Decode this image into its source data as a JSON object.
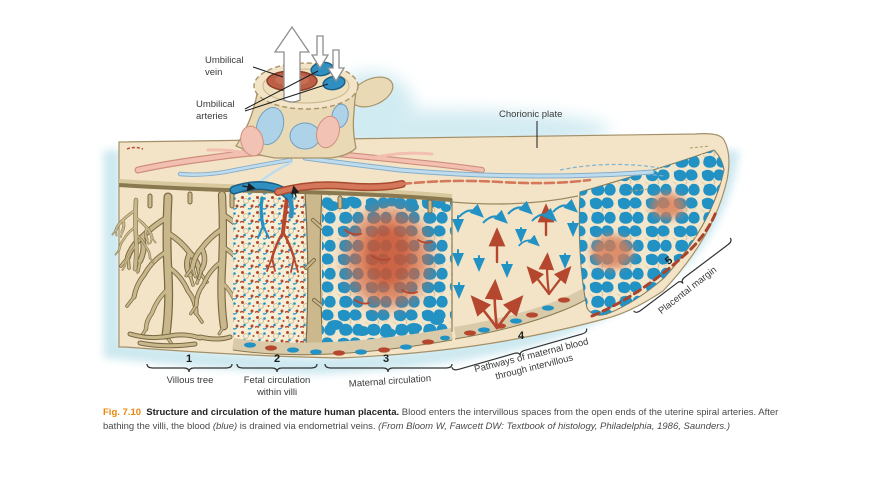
{
  "figure": {
    "labels": {
      "umbilical_vein": "Umbilical\nvein",
      "umbilical_arteries": "Umbilical\narteries",
      "chorionic_plate": "Chorionic plate"
    },
    "sections": [
      {
        "number": "1",
        "label": "Villous tree"
      },
      {
        "number": "2",
        "label": "Fetal circulation\nwithin villi"
      },
      {
        "number": "3",
        "label": "Maternal circulation"
      },
      {
        "number": "4",
        "label": "Pathways of maternal blood\nthrough intervillous"
      },
      {
        "number": "5",
        "label": "Placental margin"
      }
    ]
  },
  "caption": {
    "fig_label": "Fig. 7.10",
    "title": "Structure and circulation of the mature human placenta.",
    "body_1": "Blood enters the intervillous spaces from the open ends of the uterine spiral arteries. After bathing the villi, the blood ",
    "body_italic": "(blue)",
    "body_2": " is drained via endometrial veins. ",
    "source": "(From Bloom W, Fawcett DW: Textbook of histology, Philadelphia, 1986, Saunders.)"
  },
  "colors": {
    "body_cream": "#f3e4c7",
    "villous_tan": "#c9b88c",
    "maternal_blue": "#2292c4",
    "rust_red": "#b5472e",
    "pink_vessel": "#f2bfb0",
    "light_blue_vessel": "#bfdcee",
    "halo_blue": "#c8e6ee",
    "caption_accent": "#e8870a"
  }
}
